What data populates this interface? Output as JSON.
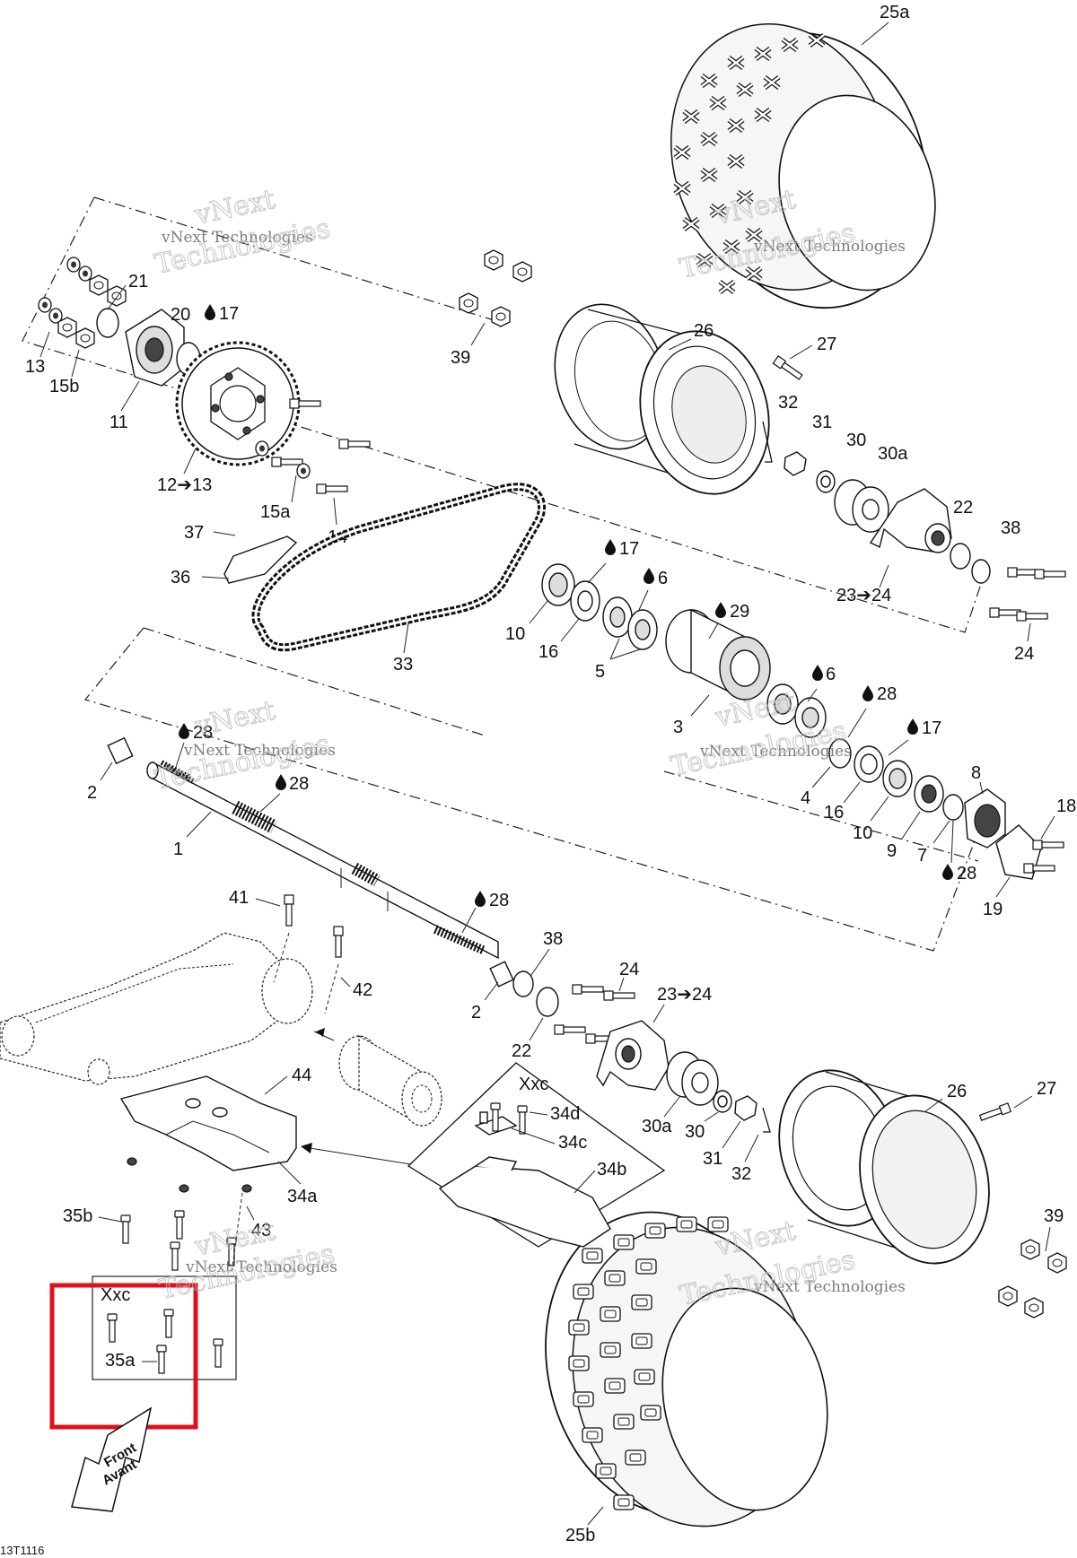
{
  "diagram": {
    "code": "13T1116",
    "watermark": {
      "line1": "vNext Technologies",
      "line2": "vNext Technologies"
    },
    "callouts": {
      "c25a": "25a",
      "c25b": "25b",
      "c26_top": "26",
      "c26_bot": "26",
      "c27_top": "27",
      "c27_bot": "27",
      "c39_top": "39",
      "c39_bot": "39",
      "c32_top": "32",
      "c32_bot": "32",
      "c31_top": "31",
      "c31_bot": "31",
      "c30_top": "30",
      "c30_bot": "30",
      "c30a_top": "30a",
      "c30a_bot": "30a",
      "c22_top": "22",
      "c22_bot": "22",
      "c38_top": "38",
      "c38_bot": "38",
      "c23_24_top": "23➔24",
      "c23_24_bot": "23➔24",
      "c24_top": "24",
      "c24_bot": "24",
      "c21": "21",
      "c20": "20",
      "c17_a": "17",
      "c13": "13",
      "c15b": "15b",
      "c11": "11",
      "c12_13": "12➔13",
      "c15a": "15a",
      "c14": "14",
      "c37": "37",
      "c36": "36",
      "c33": "33",
      "c10_a": "10",
      "c16_a": "16",
      "c17_b": "17",
      "c6_a": "6",
      "c5": "5",
      "c29": "29",
      "c3": "3",
      "c6_b": "6",
      "c28_a": "28",
      "c17_c": "17",
      "c4": "4",
      "c16_b": "16",
      "c10_b": "10",
      "c9": "9",
      "c7": "7",
      "c8": "8",
      "c18": "18",
      "c28_b": "28",
      "c19": "19",
      "c28_c": "28",
      "c2_a": "2",
      "c28_d": "28",
      "c1": "1",
      "c28_e": "28",
      "c2_b": "2",
      "c41": "41",
      "c42": "42",
      "c44": "44",
      "c34a": "34a",
      "c43": "43",
      "c35b": "35b",
      "c35a": "35a",
      "cXxc_a": "Xxc",
      "cXxc_b": "Xxc",
      "c34d": "34d",
      "c34c": "34c",
      "c34b": "34b"
    },
    "front_badge": {
      "line1": "Front",
      "line2": "Avant"
    },
    "highlight_color": "#e0111b"
  }
}
